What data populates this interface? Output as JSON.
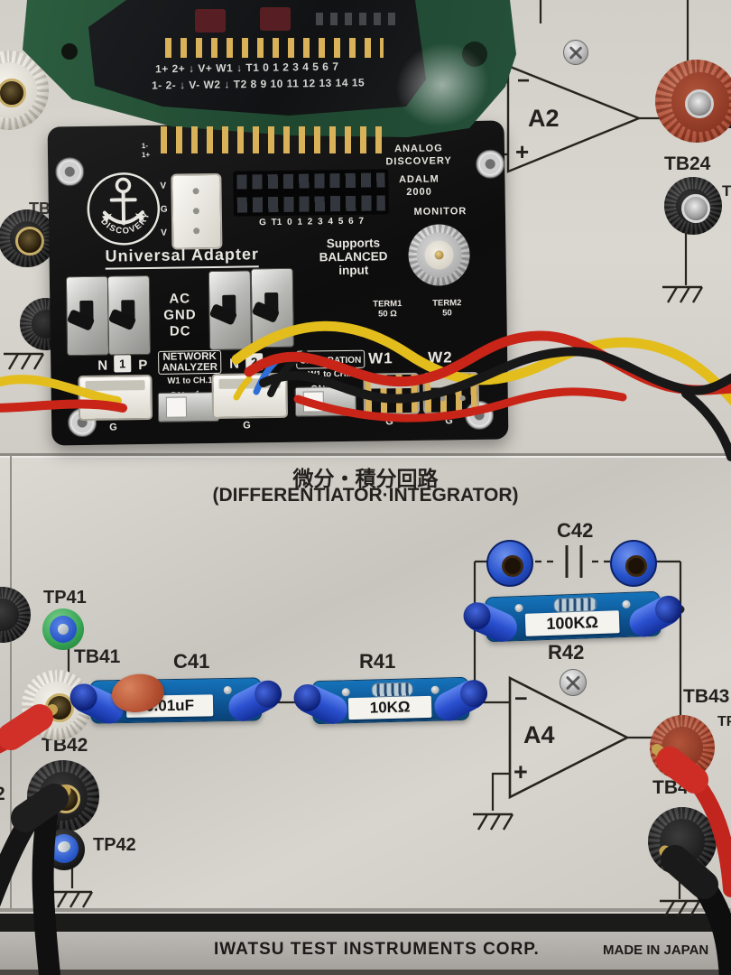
{
  "device": {
    "pin_row_top": "1+ 2+ ↓ V+ W1 ↓ T1 0 1 2 3 4 5 6 7",
    "pin_row_bottom": "1- 2- ↓ V- W2 ↓ T2 8 9 10 11 12 13 14 15"
  },
  "adapter": {
    "logo_text": "DISCOVERY",
    "title": "Universal Adapter",
    "pin_micro": [
      "1-",
      "1+"
    ],
    "jst_pins": [
      "V",
      "G",
      "V"
    ],
    "header_pins": "G T1 0 1 2 3 4 5 6 7",
    "device_lines": [
      "ANALOG",
      "DISCOVERY",
      "ADALM",
      "2000"
    ],
    "monitor_label": "MONITOR",
    "supports_lines": [
      "Supports",
      "BALANCED",
      "input"
    ],
    "term1_label": "TERM1",
    "term1_value": "50 Ω",
    "term2_label": "TERM2",
    "term2_value": "50",
    "coupling": [
      "AC",
      "GND",
      "DC"
    ],
    "n1": {
      "left": "N",
      "num": "1",
      "right": "P",
      "ground": "G"
    },
    "network_analyzer": {
      "line1": "NETWORK",
      "line2": "ANALYZER",
      "line3": "W1 to CH.1",
      "on": "ON"
    },
    "n2": {
      "left": "N",
      "num": "2",
      "ground": "G"
    },
    "calibration": {
      "line1": "CALIBRATION",
      "line2": "W1 to CH.2",
      "on": "ON"
    },
    "w1": "W1",
    "w2": "W2",
    "w1_ground": "G",
    "w2_ground": "G"
  },
  "top_panel": {
    "a2": "A2",
    "a2_minus": "−",
    "a2_plus": "+",
    "tb24": "TB24",
    "t_partial": "T",
    "tb_partial": "TB"
  },
  "circuit_panel": {
    "title_jp": "微分・積分回路",
    "title_en": "(DIFFERENTIATOR·INTEGRATOR)",
    "tp41": "TP41",
    "tb41": "TB41",
    "tb42": "TB42",
    "tp42": "TP42",
    "c41": "C41",
    "c41_value": "0.01uF",
    "r41": "R41",
    "r41_value": "10KΩ",
    "c42": "C42",
    "r42": "R42",
    "r42_value": "100KΩ",
    "a4": "A4",
    "a4_minus": "−",
    "a4_plus": "+",
    "tb43": "TB43",
    "tp43_partial": "TP",
    "tb44": "TB44",
    "left_edge_partial": "2"
  },
  "footer": {
    "manufacturer": "IWATSU TEST INSTRUMENTS CORP.",
    "origin": "MADE IN JAPAN"
  },
  "colors": {
    "panel": "#d5d2cc",
    "board": "#111111",
    "module_blue": "#0c4f8c",
    "jack_blue": "#2450c8",
    "post_red": "#ad452c",
    "wire_yellow": "#e3bd1c",
    "wire_red": "#c82418",
    "wire_black": "#181818"
  }
}
